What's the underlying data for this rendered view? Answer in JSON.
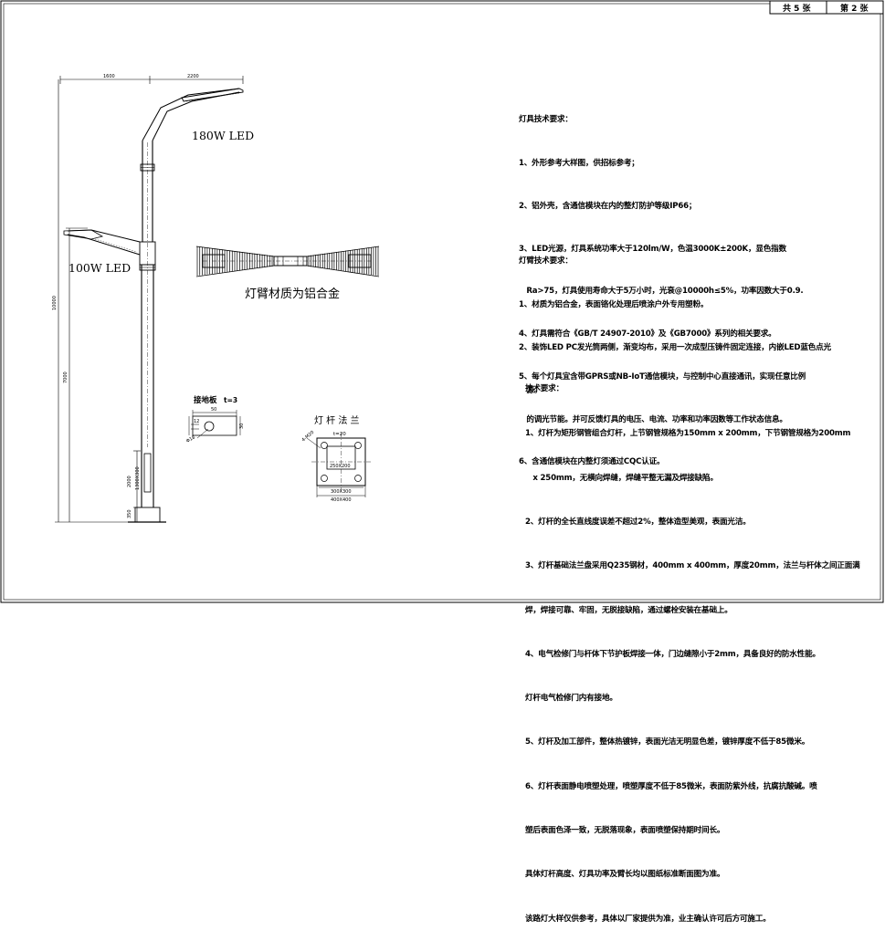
{
  "title_block": {
    "total_sheets": "共 5 张",
    "sheet_number": "第 2 张"
  },
  "elevation": {
    "dim_top_left": "1600",
    "dim_top_right": "2200",
    "dim_total_height": "10000",
    "dim_upper_section": "7000",
    "dim_door": "2000",
    "dim_door_box": "1300X300",
    "dim_base": "350",
    "upper_lamp_label": "180W LED",
    "lower_lamp_label": "100W LED"
  },
  "arm_view": {
    "caption": "灯臂材质为铝合金"
  },
  "grounding_plate": {
    "title": "接地板",
    "thickness": "t=3",
    "dim_length": "50",
    "dim_width": "12",
    "dim_hole": "Φ18",
    "dim_height": "30"
  },
  "flange": {
    "title": "灯 杆 法 兰",
    "thickness": "t=20",
    "bolt_label": "4-M20",
    "inner_dim": "250X200",
    "mid_dim": "300X300",
    "outer_dim": "400X400"
  },
  "lamp_requirements": {
    "heading": "灯具技术要求：",
    "lines": [
      "1、外形参考大样图，供招标参考；",
      "2、铝外壳，含通信模块在内的整灯防护等级IP66；",
      "3、LED光源，灯具系统功率大于120lm/W，色温3000K±200K，显色指数",
      "   Ra>75，灯具使用寿命大于5万小时，光衰@10000h≤5%，功率因数大于0.9.",
      "4、灯具需符合《GB/T 24907-2010》及《GB7000》系列的相关要求。",
      "5、每个灯具宜含带GPRS或NB-IoT通信模块，与控制中心直接通讯，实现任意比例",
      "   的调光节能。并可反馈灯具的电压、电流、功率和功率因数等工作状态信息。",
      "6、含通信模块在内整灯须通过CQC认证。"
    ]
  },
  "arm_requirements": {
    "heading": "灯臂技术要求：",
    "lines": [
      "1、材质为铝合金，表面铬化处理后喷涂户外专用塑粉。",
      "2、装饰LED PC发光筒两侧，渐变均布，采用一次成型压铸件固定连接，内嵌LED蓝色点光",
      "   源。"
    ]
  },
  "pole_requirements": {
    "heading": "技术要求：",
    "lines": [
      "1、灯杆为矩形钢管组合灯杆，上节钢管规格为150mm x 200mm，下节钢管规格为200mm",
      "   x 250mm，无横向焊缝，焊缝平整无漏及焊接缺陷。",
      "2、灯杆的全长直线度误差不超过2%，整体造型美观，表面光洁。",
      "3、灯杆基础法兰盘采用Q235钢材，400mm x 400mm，厚度20mm，法兰与杆体之间正面满",
      "焊，焊接可靠、牢固，无脱接缺陷，通过螺栓安装在基础上。",
      "4、电气检修门与杆体下节护板焊接一体，门边缝隙小于2mm，具备良好的防水性能。",
      "灯杆电气检修门内有接地。",
      "5、灯杆及加工部件，整体热镀锌，表面光洁无明显色差，镀锌厚度不低于85微米。",
      "6、灯杆表面静电喷塑处理，喷塑厚度不低于85微米，表面防紫外线，抗腐抗酸碱。喷",
      "塑后表面色泽一致，无脱落现象，表面喷塑保持期时间长。",
      "具体灯杆高度、灯具功率及臂长均以图纸标准断面图为准。",
      "该路灯大样仅供参考，具体以厂家提供为准，业主确认许可后方可施工。"
    ]
  }
}
